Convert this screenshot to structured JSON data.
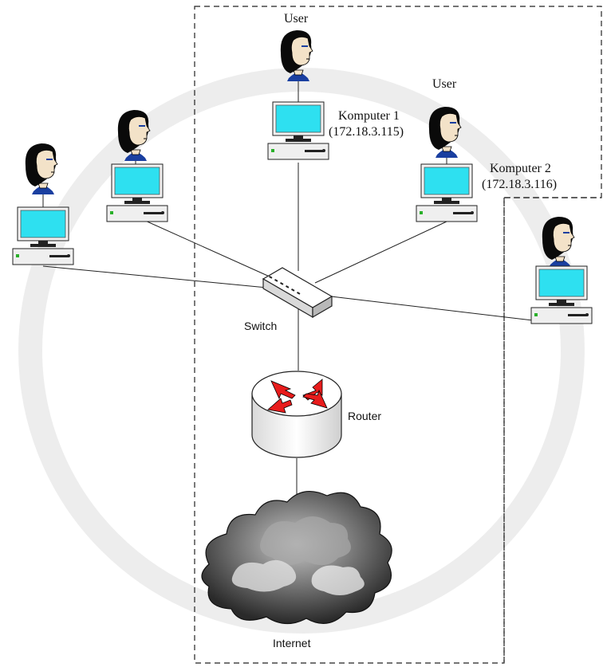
{
  "diagram": {
    "user_label_top": "User",
    "user_label_right": "User",
    "komputer1": {
      "name": "Komputer 1",
      "ip": "(172.18.3.115)"
    },
    "komputer2": {
      "name": "Komputer 2",
      "ip": "(172.18.3.116)"
    },
    "switch_label": "Switch",
    "router_label": "Router",
    "internet_label": "Internet"
  },
  "colors": {
    "screen": "#2ee0f0",
    "router_arrow": "#e81c1c",
    "hair": "#0a0a0a",
    "shirt": "#1a3fa0"
  },
  "icons": [
    "user-icon",
    "computer-icon",
    "switch-icon",
    "router-icon",
    "cloud-icon",
    "watermark-logo"
  ]
}
